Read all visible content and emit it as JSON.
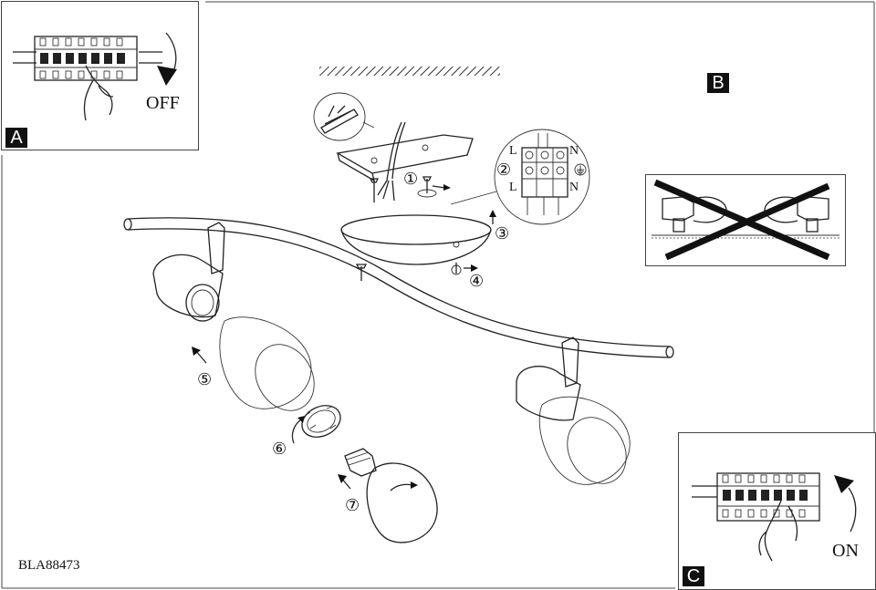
{
  "panels": {
    "a": {
      "letter": "A",
      "state_label": "OFF"
    },
    "b": {
      "letter": "B"
    },
    "c": {
      "letter": "C",
      "state_label": "ON"
    }
  },
  "steps": [
    "①",
    "②",
    "③",
    "④",
    "⑤",
    "⑥",
    "⑦"
  ],
  "wiring": {
    "live": "L",
    "neutral": "N"
  },
  "model_code": "BLA88473",
  "colors": {
    "ink": "#111111",
    "line": "#222222",
    "background": "#ffffff"
  }
}
